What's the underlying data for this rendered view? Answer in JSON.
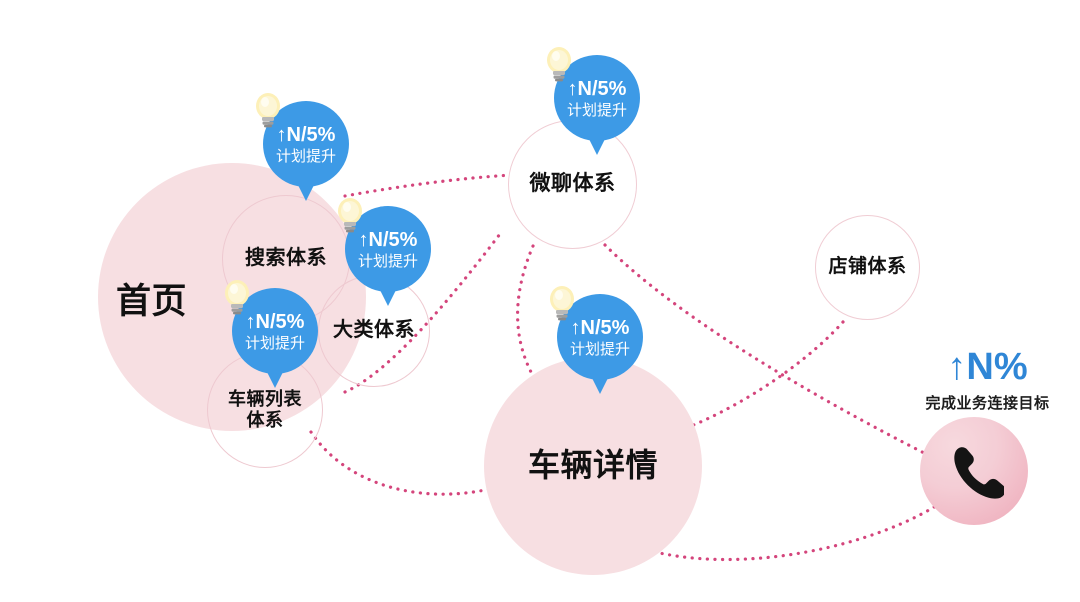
{
  "diagram": {
    "title_nodes": {
      "home": "首页",
      "search": "搜索体系",
      "category": "大类体系",
      "carlist": "车辆列表\n体系",
      "chat": "微聊体系",
      "shop": "店铺体系",
      "detail": "车辆详情"
    },
    "badges": [
      {
        "id": "search",
        "main": "↑N/5%",
        "sub": "计划提升",
        "icon": "lightbulb-icon"
      },
      {
        "id": "category",
        "main": "↑N/5%",
        "sub": "计划提升",
        "icon": "lightbulb-icon"
      },
      {
        "id": "carlist",
        "main": "↑N/5%",
        "sub": "计划提升",
        "icon": "lightbulb-icon"
      },
      {
        "id": "chat",
        "main": "↑N/5%",
        "sub": "计划提升",
        "icon": "lightbulb-icon"
      },
      {
        "id": "detail",
        "main": "↑N/5%",
        "sub": "计划提升",
        "icon": "lightbulb-icon"
      }
    ],
    "goal": {
      "headline": "↑N%",
      "subtitle": "完成业务连接目标",
      "icon": "phone-handset-icon"
    },
    "colors": {
      "badge_blue": "#3d9ae6",
      "goal_blue": "#2f86d6",
      "cluster_pink_fill": "#f7dfe2",
      "node_outline_pink": "#f0cdd4",
      "connector_pink": "#d4457c",
      "phone_pink_light": "#f7d9de",
      "phone_pink_deep": "#eea9b8",
      "label_dark": "#111111",
      "background": "#ffffff"
    },
    "connectors": [
      {
        "from": "search-cluster",
        "to": "chat",
        "style": "dotted"
      },
      {
        "from": "category",
        "to": "chat",
        "style": "dotted"
      },
      {
        "from": "carlist",
        "to": "detail",
        "style": "dotted"
      },
      {
        "from": "chat",
        "to": "detail",
        "style": "dotted"
      },
      {
        "from": "chat",
        "to": "phone",
        "style": "dotted"
      },
      {
        "from": "shop",
        "to": "detail",
        "style": "dotted"
      },
      {
        "from": "detail",
        "to": "phone",
        "style": "dotted"
      }
    ]
  }
}
